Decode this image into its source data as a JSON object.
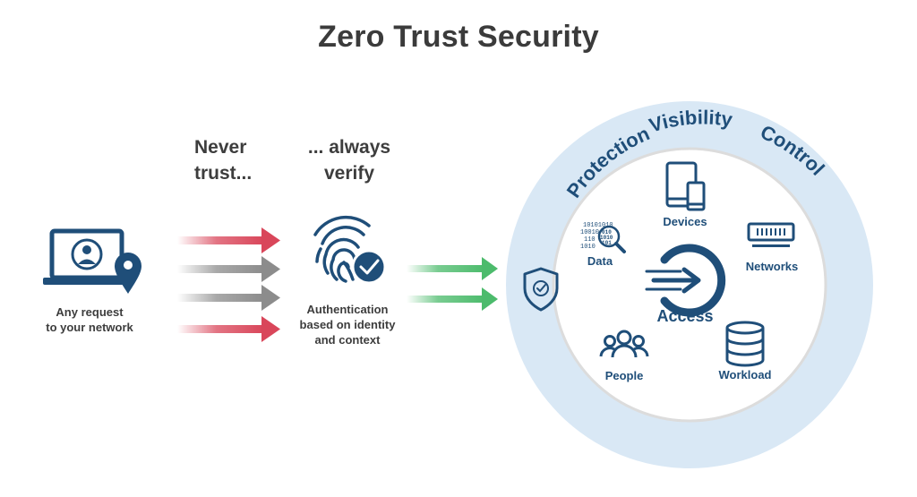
{
  "title": "Zero Trust Security",
  "left": {
    "request_label_line1": "Any request",
    "request_label_line2": "to your network"
  },
  "slogan": {
    "never_line1": "Never",
    "never_line2": "trust...",
    "always_line1": "... always",
    "always_line2": "verify"
  },
  "auth": {
    "line1": "Authentication",
    "line2": "based on identity",
    "line3": "and context"
  },
  "ring": {
    "protection": "Protection",
    "visibility": "Visibility",
    "control": "Control"
  },
  "pillars": {
    "data": "Data",
    "devices": "Devices",
    "networks": "Networks",
    "access": "Access",
    "people": "People",
    "workload": "Workload"
  },
  "data_icon_bits": [
    "10101010",
    "10010",
    "110",
    "1010"
  ],
  "data_icon_bits_lens": [
    "010",
    "1010",
    "101"
  ],
  "colors": {
    "navy": "#1f4e79",
    "red_arrow": "#d9465a",
    "gray_arrow": "#8c8c8c",
    "green_arrow": "#4cbb6c",
    "outer_ring": "#d9e8f5",
    "inner_circle": "#ffffff",
    "inner_border": "#dcdcdc"
  }
}
